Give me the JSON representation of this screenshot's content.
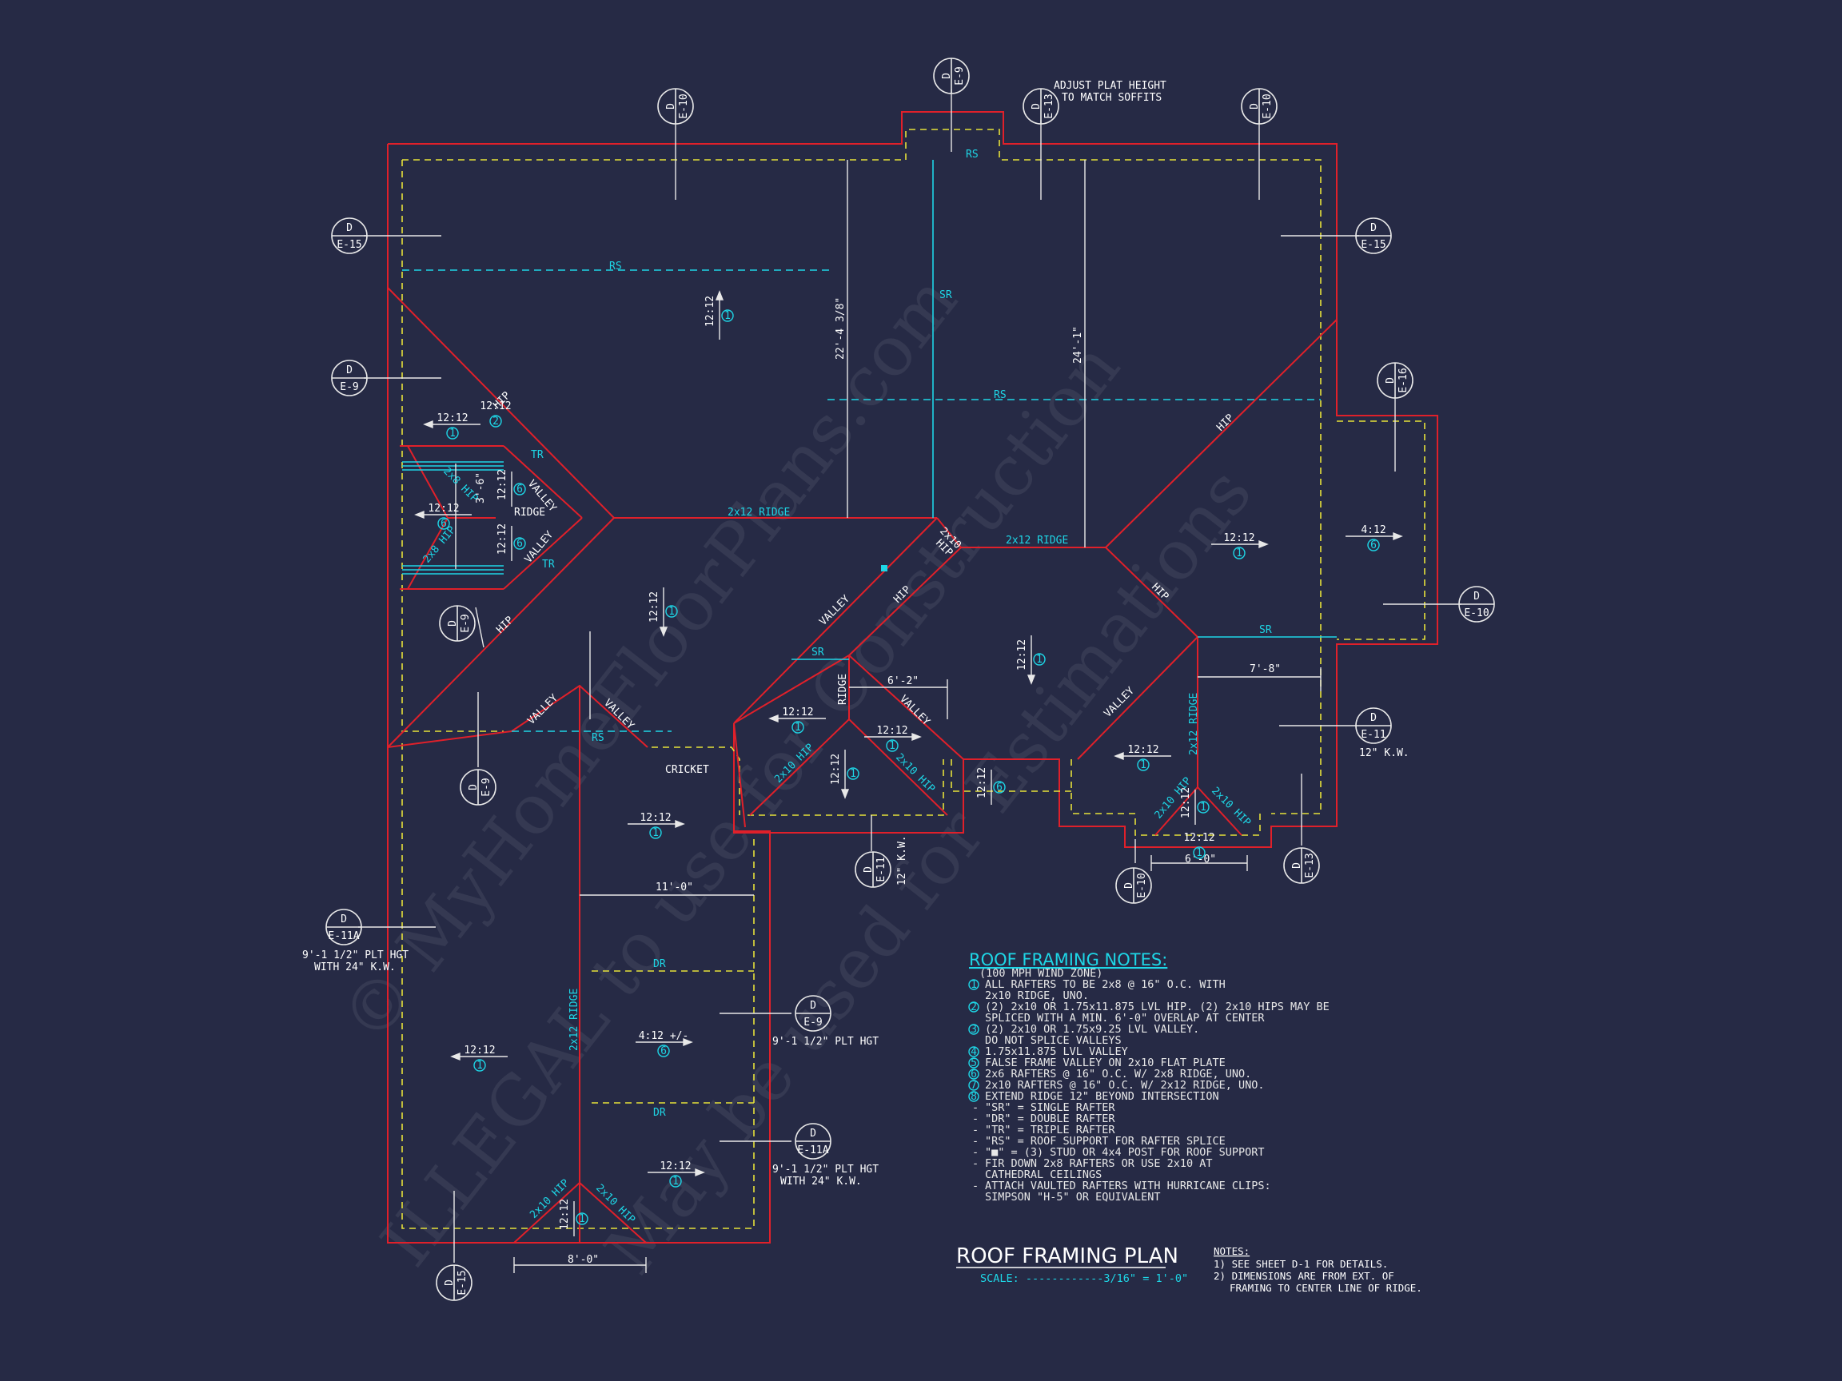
{
  "drawing": {
    "title": "ROOF FRAMING PLAN",
    "scale": "SCALE: ------------3/16\" = 1'-0\"",
    "adjust_note": [
      "ADJUST PLAT HEIGHT",
      "TO MATCH SOFFITS"
    ],
    "cricket": "CRICKET",
    "watermark": [
      "© MyHomeFloorPlans.com",
      "ILLEGAL to use for Construction",
      "May be used for Estimations"
    ]
  },
  "section_markers": [
    {
      "letter": "D",
      "ref": "E-10"
    },
    {
      "letter": "D",
      "ref": "E-9"
    },
    {
      "letter": "D",
      "ref": "E-13"
    },
    {
      "letter": "D",
      "ref": "E-10"
    },
    {
      "letter": "D",
      "ref": "E-15"
    },
    {
      "letter": "D",
      "ref": "E-15"
    },
    {
      "letter": "D",
      "ref": "E-9"
    },
    {
      "letter": "D",
      "ref": "E-16"
    },
    {
      "letter": "D",
      "ref": "E-9"
    },
    {
      "letter": "D",
      "ref": "E-10"
    },
    {
      "letter": "D",
      "ref": "E-11"
    },
    {
      "letter": "D",
      "ref": "E-9"
    },
    {
      "letter": "D",
      "ref": "E-11"
    },
    {
      "letter": "D",
      "ref": "E-10"
    },
    {
      "letter": "D",
      "ref": "E-13"
    },
    {
      "letter": "D",
      "ref": "E-11A"
    },
    {
      "letter": "D",
      "ref": "E-9"
    },
    {
      "letter": "D",
      "ref": "E-11A"
    },
    {
      "letter": "D",
      "ref": "E-15"
    }
  ],
  "marker_notes": {
    "e11_right": "12\" K.W.",
    "e11_mid": "12\" K.W.",
    "e11a_left": [
      "9'-1 1/2\" PLT HGT",
      "WITH 24\" K.W."
    ],
    "e9_right": "9'-1 1/2\" PLT HGT",
    "e11a_right": [
      "9'-1 1/2\" PLT HGT",
      "WITH 24\" K.W."
    ]
  },
  "labels": {
    "rs": "RS",
    "sr": "SR",
    "dr": "DR",
    "tr": "TR",
    "hip": "HIP",
    "valley": "VALLEY",
    "ridge": "RIDGE",
    "ridge_2x12": "2x12 RIDGE",
    "hip_2x8": "2x8 HIP",
    "hip_2x10": "2x10 HIP",
    "hip_2x10_split": [
      "2x10",
      "HIP"
    ]
  },
  "pitches": {
    "p12": "12:12",
    "p4": "4:12",
    "p4pm": "4:12 +/-"
  },
  "callouts": [
    "1",
    "2",
    "3",
    "4",
    "5",
    "6",
    "7",
    "8"
  ],
  "dimensions": {
    "d1": "22'-4 3/8\"",
    "d2": "24'-1\"",
    "d3": "3'-6\"",
    "d4": "6'-2\"",
    "d5": "7'-8\"",
    "d6": "11'-0\"",
    "d7": "6'-0\"",
    "d8": "8'-0\""
  },
  "notes": {
    "title": "ROOF FRAMING NOTES:",
    "lines": [
      "(100 MPH WIND ZONE)",
      "ALL RAFTERS TO BE 2x8 @ 16\" O.C. WITH",
      "2x10 RIDGE, UNO.",
      "(2) 2x10 OR 1.75x11.875 LVL HIP. (2) 2x10 HIPS MAY BE",
      "SPLICED WITH A MIN. 6'-0\" OVERLAP AT CENTER",
      "(2) 2x10 OR 1.75x9.25 LVL VALLEY.",
      "DO NOT SPLICE VALLEYS",
      "1.75x11.875 LVL VALLEY",
      "FALSE FRAME VALLEY ON 2x10 FLAT PLATE",
      "2x6 RAFTERS @ 16\" O.C. W/ 2x8 RIDGE, UNO.",
      "2x10 RAFTERS @ 16\" O.C. W/ 2x12 RIDGE, UNO.",
      "EXTEND RIDGE 12\" BEYOND INTERSECTION",
      "\"SR\" = SINGLE RAFTER",
      "\"DR\" = DOUBLE RAFTER",
      "\"TR\" = TRIPLE RAFTER",
      "\"RS\" = ROOF SUPPORT FOR RAFTER SPLICE",
      "\"■\" = (3) STUD OR 4x4 POST FOR ROOF SUPPORT",
      "FIR DOWN 2x8 RAFTERS OR USE 2x10 AT",
      "CATHEDRAL CEILINGS",
      "ATTACH VAULTED RAFTERS WITH HURRICANE CLIPS:",
      "SIMPSON \"H-5\" OR EQUIVALENT"
    ],
    "dash": "-"
  },
  "general_notes": {
    "title": "NOTES:",
    "lines": [
      "1) SEE SHEET D-1 FOR DETAILS.",
      "2) DIMENSIONS ARE FROM EXT. OF",
      "FRAMING TO CENTER LINE OF RIDGE."
    ]
  }
}
